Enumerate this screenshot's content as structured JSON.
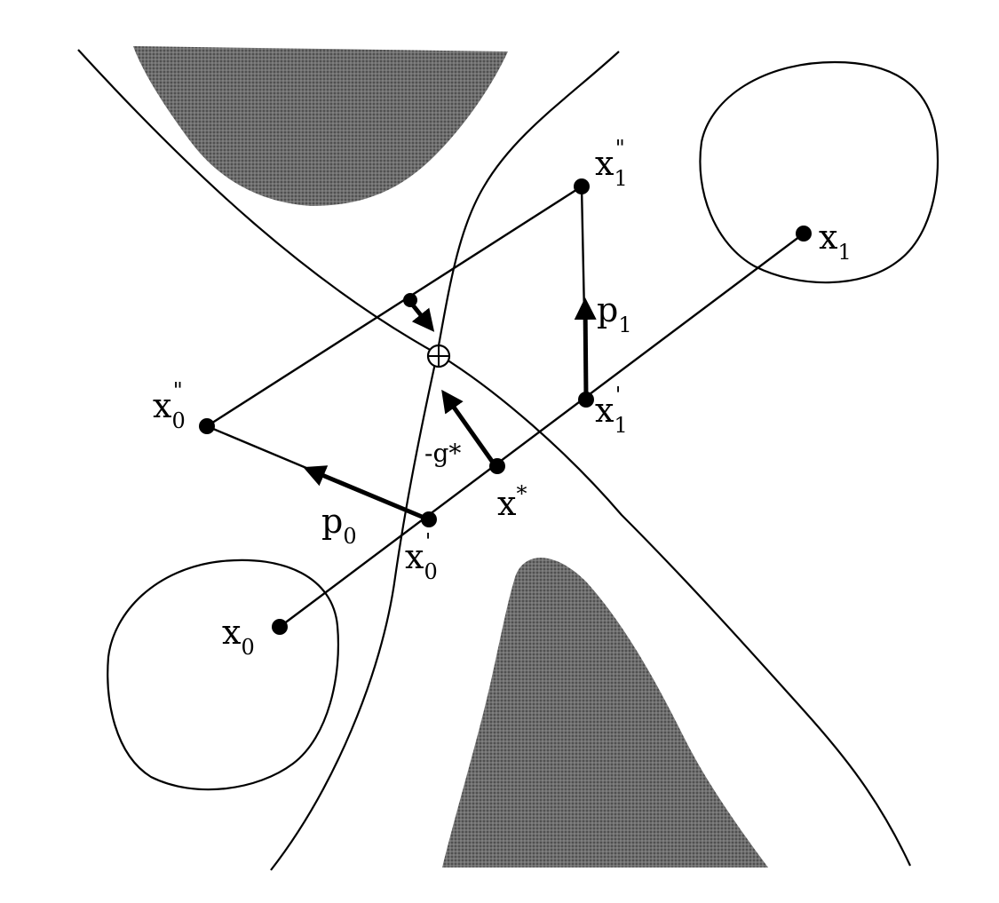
{
  "labels": {
    "x1_double_prime": {
      "base": "x",
      "sub": "1",
      "sup": "\""
    },
    "x1": {
      "base": "x",
      "sub": "1"
    },
    "p1": {
      "base": "p",
      "sub": "1"
    },
    "x1_prime": {
      "base": "x",
      "sub": "1",
      "sup": "'"
    },
    "x0_double_prime": {
      "base": "x",
      "sub": "0",
      "sup": "\""
    },
    "neg_g_star": {
      "text": "-g*"
    },
    "x_star": {
      "base": "x",
      "sup": "*"
    },
    "p0": {
      "base": "p",
      "sub": "0"
    },
    "x0_prime": {
      "base": "x",
      "sub": "0",
      "sup": "'"
    },
    "x0": {
      "base": "x",
      "sub": "0"
    }
  },
  "saddle_symbol": "⊕",
  "colors": {
    "ink": "#000000",
    "shade": "#555555",
    "paper": "#ffffff"
  }
}
